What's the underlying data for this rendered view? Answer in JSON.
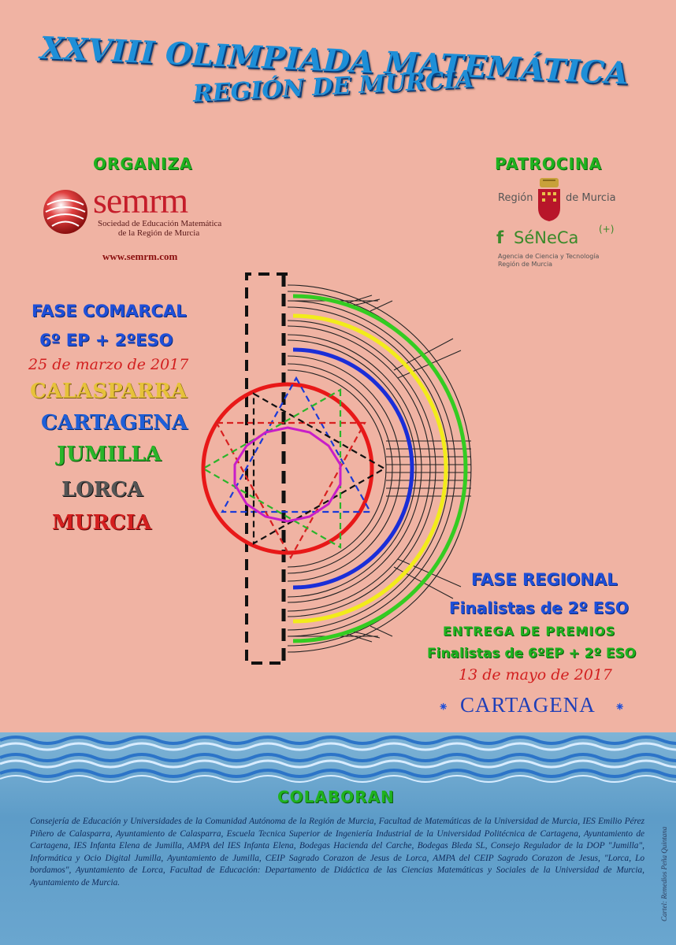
{
  "title": {
    "line1": "XXVIII OLIMPIADA MATEMÁTICA",
    "line2": "REGIÓN DE MURCIA"
  },
  "organiza": {
    "header": "ORGANIZA",
    "logo_text": "semrm",
    "society_line1": "Sociedad de Educación Matemática",
    "society_line2": "de la Región de Murcia",
    "website": "www.semrm.com"
  },
  "patrocina": {
    "header": "PATROCINA",
    "region_left": "Región",
    "region_right": "de Murcia",
    "seneca_f": "f",
    "seneca_name": "SéNeCa",
    "seneca_plus": "(+)",
    "agency_line1": "Agencia de Ciencia y Tecnología",
    "agency_line2": "Región de Murcia"
  },
  "fase_comarcal": {
    "header": "FASE COMARCAL",
    "levels": "6º EP + 2ºESO",
    "date": "25 de marzo de 2017",
    "cities": [
      {
        "name": "CALASPARRA",
        "color": "#e6c23a"
      },
      {
        "name": "CARTAGENA",
        "color": "#1f5fd8"
      },
      {
        "name": "JUMILLA",
        "color": "#2ab52a"
      },
      {
        "name": "LORCA",
        "color": "#444444"
      },
      {
        "name": "MURCIA",
        "color": "#d41f1f"
      }
    ]
  },
  "fase_regional": {
    "header": "FASE REGIONAL",
    "finalistas": "Finalistas de 2º ESO",
    "entrega": "ENTREGA DE PREMIOS",
    "finalistas2": "Finalistas de 6ºEP + 2º ESO",
    "date": "13 de mayo de 2017",
    "city": "CARTAGENA",
    "ornament": "⁕"
  },
  "colaboran": {
    "header": "COLABORAN",
    "text": "Consejería de Educación y Universidades de la Comunidad Autónoma de la Región de Murcia, Facultad de Matemáticas de la Universidad de Murcia, IES Emilio Pérez Piñero de Calasparra, Ayuntamiento de Calasparra, Escuela Tecnica Superior de Ingeniería Industrial de la Universidad Politécnica de Cartagena, Ayuntamiento de Cartagena, IES Infanta Elena de Jumilla, AMPA del IES Infanta Elena, Bodegas Hacienda del Carche, Bodegas Bleda SL, Consejo Regulador de la DOP \"Jumilla\", Informática y Ocio Digital Jumilla, Ayuntamiento de Jumilla, CEIP Sagrado Corazon de Jesus de Lorca, AMPA del CEIP Sagrado Corazon de Jesus, \"Lorca, Lo bordamos\", Ayuntamiento de Lorca, Facultad de Educación: Departamento de Didáctica de las Ciencias Matemáticas y Sociales de la Universidad de Murcia, Ayuntamiento de Murcia."
  },
  "credit": "Cartel: Remedios Peña Quintana",
  "colors": {
    "background": "#f0b3a3",
    "title_blue": "#1e8fd8",
    "header_green": "#1fb21f",
    "header_blue": "#1f4fd8",
    "date_red": "#d21f1f",
    "water": "#6aa6cf"
  }
}
